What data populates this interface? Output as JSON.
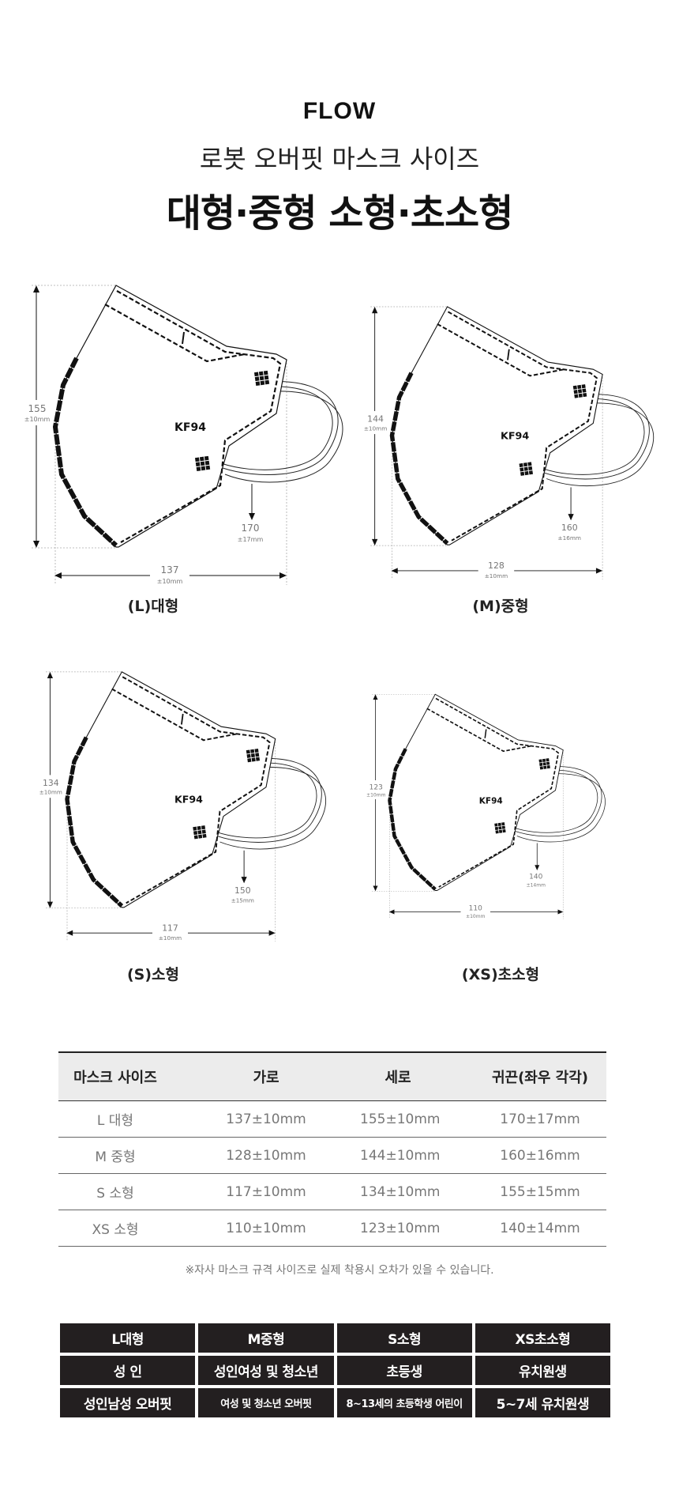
{
  "header": {
    "brand": "FLOW",
    "subtitle": "로봇 오버핏 마스크 사이즈",
    "title": "대형·중형 소형·초소형"
  },
  "masks": [
    {
      "id": "l",
      "label": "(L)대형",
      "mark": "KF94",
      "height": "155",
      "height_tol": "±10mm",
      "width": "137",
      "width_tol": "±10mm",
      "loop": "170",
      "loop_tol": "±17mm"
    },
    {
      "id": "m",
      "label": "(M)중형",
      "mark": "KF94",
      "height": "144",
      "height_tol": "±10mm",
      "width": "128",
      "width_tol": "±10mm",
      "loop": "160",
      "loop_tol": "±16mm"
    },
    {
      "id": "s",
      "label": "(S)소형",
      "mark": "KF94",
      "height": "134",
      "height_tol": "±10mm",
      "width": "117",
      "width_tol": "±10mm",
      "loop": "150",
      "loop_tol": "±15mm"
    },
    {
      "id": "xs",
      "label": "(XS)초소형",
      "mark": "KF94",
      "height": "123",
      "height_tol": "±10mm",
      "width": "110",
      "width_tol": "±10mm",
      "loop": "140",
      "loop_tol": "±14mm"
    }
  ],
  "table": {
    "headers": [
      "마스크 사이즈",
      "가로",
      "세로",
      "귀끈(좌우 각각)"
    ],
    "rows": [
      [
        "L 대형",
        "137±10mm",
        "155±10mm",
        "170±17mm"
      ],
      [
        "M 중형",
        "128±10mm",
        "144±10mm",
        "160±16mm"
      ],
      [
        "S 소형",
        "117±10mm",
        "134±10mm",
        "155±15mm"
      ],
      [
        "XS 소형",
        "110±10mm",
        "123±10mm",
        "140±14mm"
      ]
    ],
    "note": "※자사 마스크 규격 사이즈로 실제 착용시 오차가 있을 수 있습니다."
  },
  "guide": {
    "sizes": [
      "L대형",
      "M중형",
      "S소형",
      "XS초소형"
    ],
    "targets": [
      "성 인",
      "성인여성 및 청소년",
      "초등생",
      "유치원생"
    ],
    "fits": [
      "성인남성 오버핏",
      "여성 및 청소년 오버핏",
      "8~13세의 초등학생 어린이",
      "5~7세 유치원생"
    ]
  }
}
